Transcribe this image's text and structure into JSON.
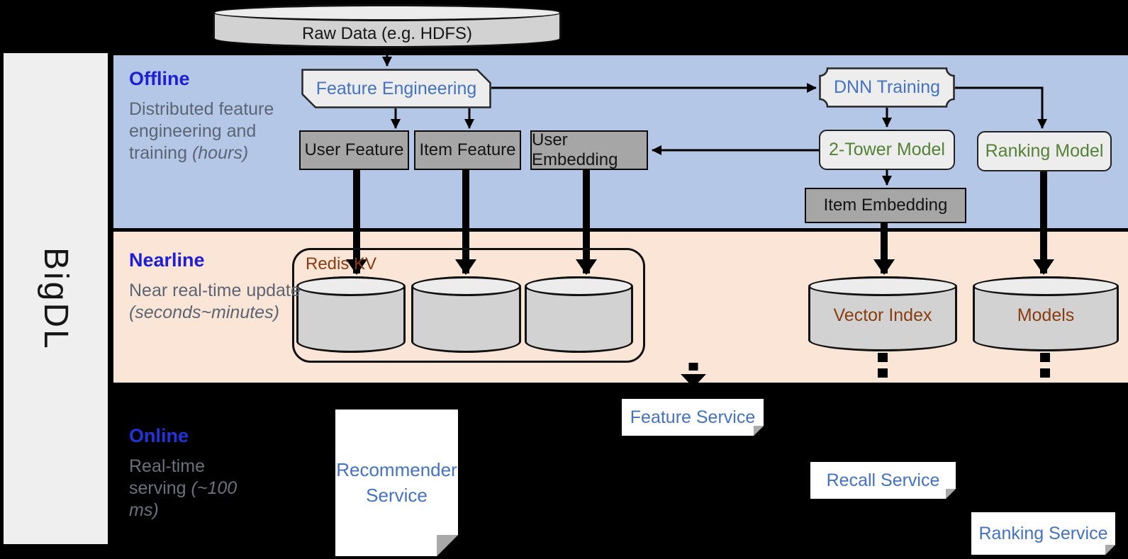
{
  "brand": {
    "label": "BigDL"
  },
  "source": {
    "label": "Raw Data (e.g. HDFS)"
  },
  "bands": {
    "offline": {
      "title": "Offline",
      "desc": "Distributed feature engineering and training ",
      "desc_italic": "(hours)"
    },
    "nearline": {
      "title": "Nearline",
      "desc": "Near real-time update ",
      "desc_italic": "(seconds~minutes)"
    },
    "online": {
      "title": "Online",
      "desc": "Real-time serving ",
      "desc_italic": "(~100 ms)"
    }
  },
  "offline_nodes": {
    "feature_engineering": "Feature Engineering",
    "user_feature": "User Feature",
    "item_feature": "Item Feature",
    "user_embedding": "User Embedding",
    "dnn_training": "DNN Training",
    "two_tower_model": "2-Tower Model",
    "ranking_model": "Ranking Model",
    "item_embedding": "Item Embedding"
  },
  "nearline_nodes": {
    "redis_kv": "Redis KV",
    "vector_index": "Vector Index",
    "models": "Models"
  },
  "online_nodes": {
    "recommender_service": "Recommender Service",
    "feature_service": "Feature Service",
    "recall_service": "Recall Service",
    "ranking_service": "Ranking Service"
  },
  "colors": {
    "background": "#000000",
    "offline_band": "#b4c7e7",
    "nearline_band": "#fbe5d6",
    "sidebar": "#efefef",
    "band_title_blue": "#1e1fd4",
    "node_text_blue": "#4472c4",
    "node_text_green": "#548235",
    "node_text_brown": "#8a3c10",
    "gray_node_fill": "#a6a6a6",
    "light_node_fill": "#ededed"
  }
}
